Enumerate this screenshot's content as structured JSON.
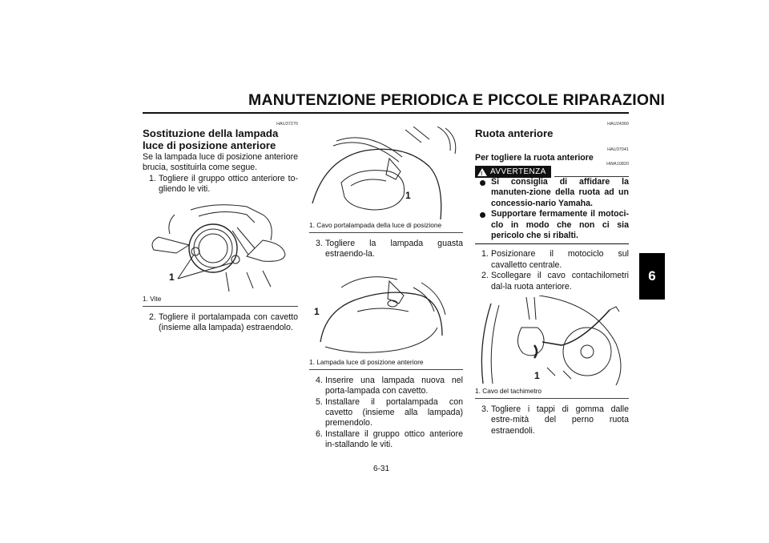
{
  "header": {
    "title": "MANUTENZIONE PERIODICA E PICCOLE RIPARAZIONI",
    "chapter_tab": "6"
  },
  "col1": {
    "code": "HAU37270",
    "title": "Sostituzione della lampada luce di posizione anteriore",
    "intro": "Se la lampada luce di posizione anteriore brucia, sostituirla come segue.",
    "steps": [
      {
        "num": "1.",
        "text": "Togliere il gruppo ottico anteriore to-gliendo le viti."
      },
      {
        "num": "2.",
        "text": "Togliere il portalampada con cavetto (insieme alla lampada) estraendolo."
      }
    ],
    "figure": {
      "callout": "1",
      "caption": "1. Vite"
    }
  },
  "col2": {
    "figure1": {
      "callout": "1",
      "caption": "1. Cavo portalampada della luce di posizione"
    },
    "steps_a": [
      {
        "num": "3.",
        "text": "Togliere la lampada guasta estraendo-la."
      }
    ],
    "figure2": {
      "callout": "1",
      "caption": "1. Lampada luce di posizione anteriore"
    },
    "steps_b": [
      {
        "num": "4.",
        "text": "Inserire una lampada nuova nel porta-lampada con cavetto."
      },
      {
        "num": "5.",
        "text": "Installare il portalampada con cavetto (insieme alla lampada) premendolo."
      },
      {
        "num": "6.",
        "text": "Installare il gruppo ottico anteriore in-stallando le viti."
      }
    ]
  },
  "col3": {
    "code": "HAU24360",
    "title": "Ruota anteriore",
    "sub_code": "HAU37041",
    "subtitle": "Per togliere la ruota anteriore",
    "warn_code": "HWA10820",
    "warning_label": "AVVERTENZA",
    "warning_items": [
      "Si consiglia di affidare la manuten-zione della ruota ad un concessio-nario Yamaha.",
      "Supportare fermamente il motoci-clo in modo che non ci sia pericolo che si ribalti."
    ],
    "steps_a": [
      {
        "num": "1.",
        "text": "Posizionare il motociclo sul cavalletto centrale."
      },
      {
        "num": "2.",
        "text": "Scollegare il cavo contachilometri dal-la ruota anteriore."
      }
    ],
    "figure": {
      "callout": "1",
      "caption": "1. Cavo del tachimetro"
    },
    "steps_b": [
      {
        "num": "3.",
        "text": "Togliere i tappi di gomma dalle estre-mità del perno ruota estraendoli."
      }
    ]
  },
  "footer": {
    "page_number": "6-31"
  }
}
